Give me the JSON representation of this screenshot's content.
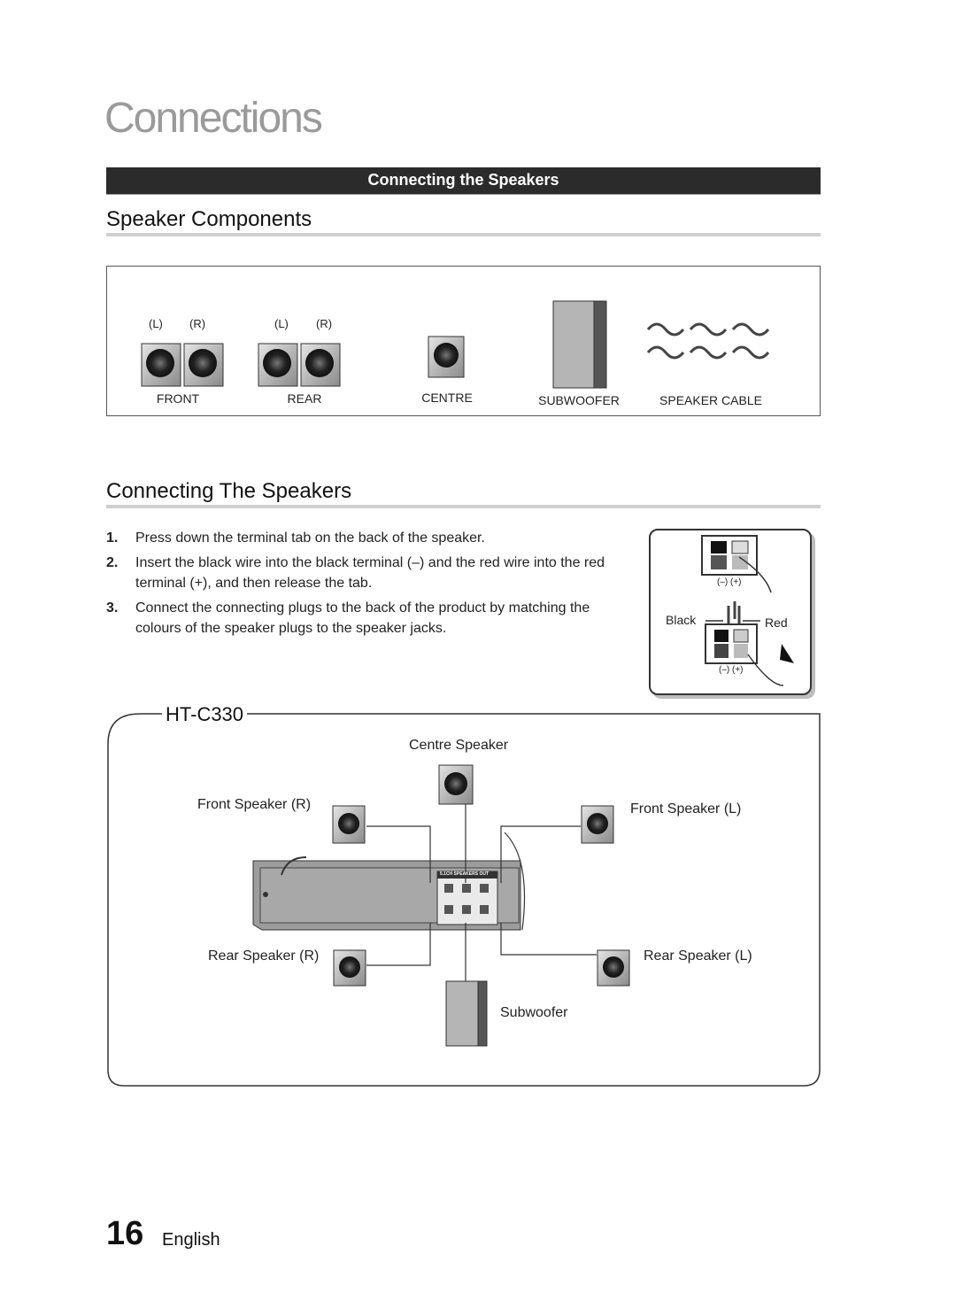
{
  "page": {
    "title": "Connections",
    "section_header": "Connecting the Speakers",
    "number": "16",
    "language": "English"
  },
  "speaker_components": {
    "heading": "Speaker Components",
    "lr_left": "(L)",
    "lr_right": "(R)",
    "front_label": "FRONT",
    "rear_label": "REAR",
    "centre_label": "CENTRE",
    "subwoofer_label": "SUBWOOFER",
    "cable_label": "SPEAKER CABLE"
  },
  "connecting": {
    "heading": "Connecting The Speakers",
    "steps": [
      {
        "num": "1.",
        "text": "Press down the terminal tab on the back of the speaker."
      },
      {
        "num": "2.",
        "text": "Insert the black wire into the black terminal (–) and the red wire into the red terminal (+), and then release the tab."
      },
      {
        "num": "3.",
        "text": "Connect the connecting plugs to the back of the product by matching the colours of the speaker plugs to the speaker jacks."
      }
    ],
    "inset": {
      "black_label": "Black",
      "red_label": "Red",
      "polarity": "(–)  (+)"
    }
  },
  "diagram": {
    "model": "HT-C330",
    "centre_speaker": "Centre Speaker",
    "front_r": "Front Speaker (R)",
    "front_l": "Front Speaker (L)",
    "rear_r": "Rear Speaker (R)",
    "rear_l": "Rear Speaker (L)",
    "subwoofer": "Subwoofer",
    "panel_title": "5.1CH SPEAKERS OUT"
  }
}
